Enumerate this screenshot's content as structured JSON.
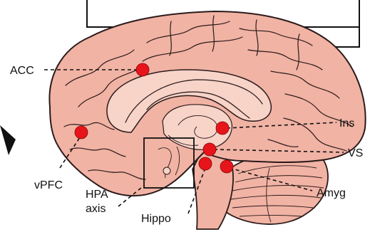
{
  "colors": {
    "cortex": "#F1B3A4",
    "cortex_dark": "#E79C8C",
    "inner": "#F7D3C8",
    "outline": "#2B1A1A",
    "marker": "#E8141B",
    "text": "#111111"
  },
  "labels": {
    "acc": "ACC",
    "vpfc": "vPFC",
    "hpa_line1": "HPA",
    "hpa_line2": "axis",
    "hippo": "Hippo",
    "ins": "Ins",
    "vs": "VS",
    "amyg": "Amyg"
  }
}
